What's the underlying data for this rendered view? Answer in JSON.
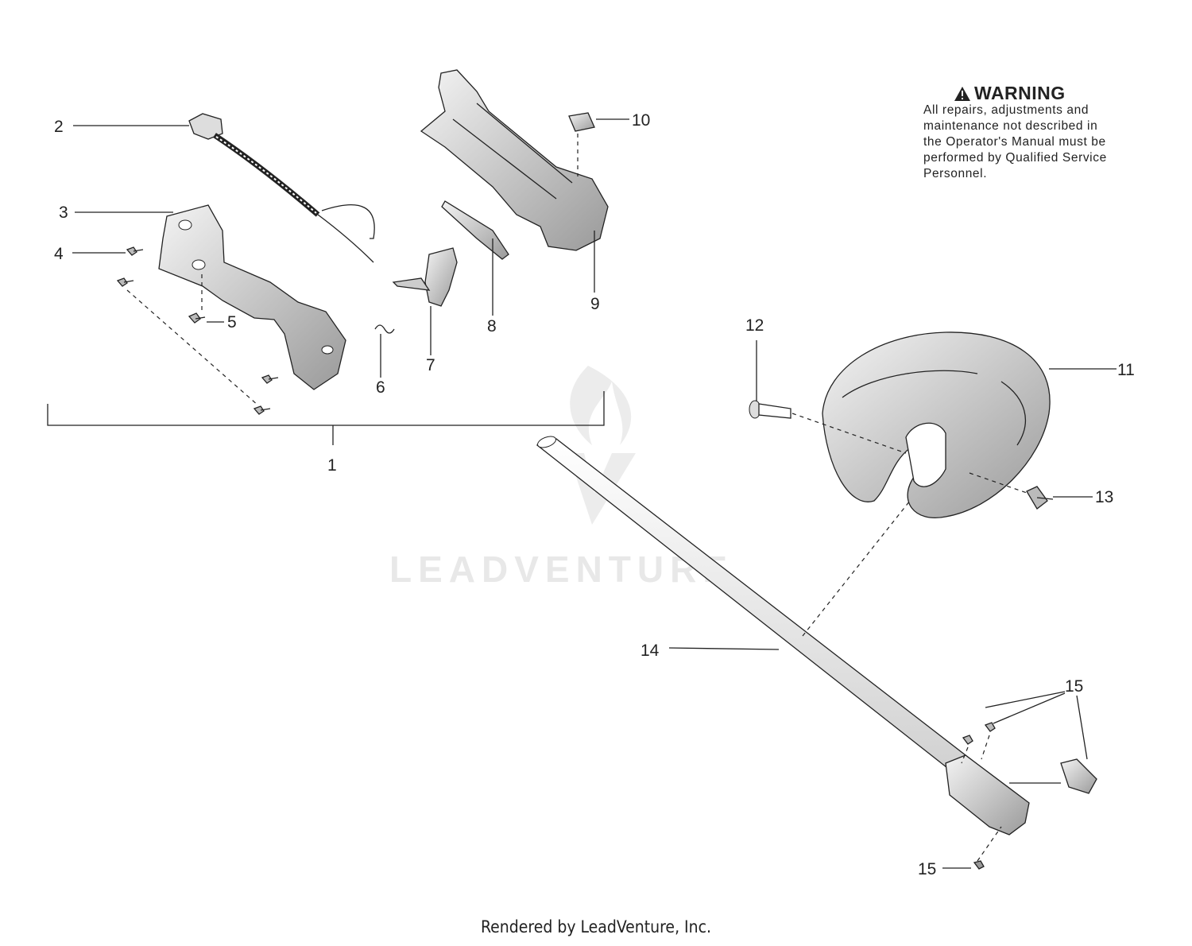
{
  "watermark": {
    "text": "LEADVENTURE"
  },
  "warning": {
    "title": "WARNING",
    "lines": [
      "All repairs, adjustments and",
      "maintenance not described in",
      "the Operator's Manual must be",
      "performed by Qualified Service",
      "Personnel."
    ]
  },
  "callouts": {
    "c1": "1",
    "c2": "2",
    "c3": "3",
    "c4": "4",
    "c5": "5",
    "c6": "6",
    "c7": "7",
    "c8": "8",
    "c9": "9",
    "c10": "10",
    "c11": "11",
    "c12": "12",
    "c13": "13",
    "c14": "14",
    "c15a": "15",
    "c15b": "15"
  },
  "footer": "Rendered by LeadVenture, Inc."
}
